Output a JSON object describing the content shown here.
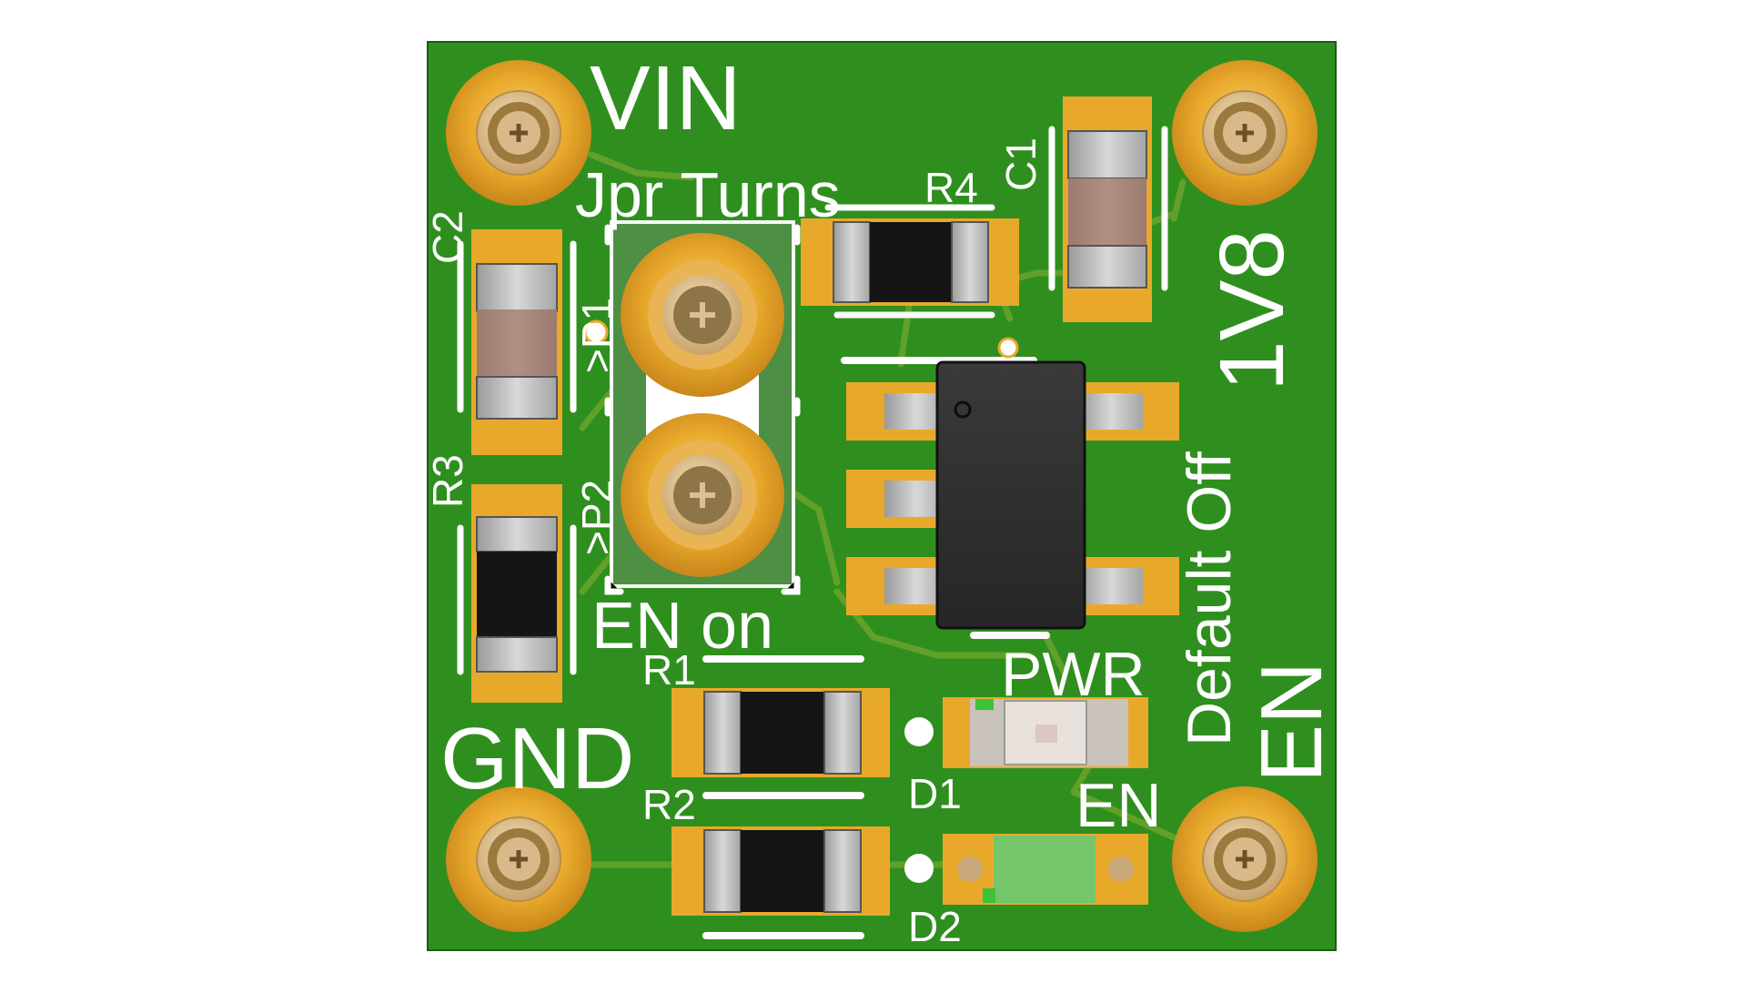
{
  "board": {
    "colors": {
      "background": "#ffffff",
      "soldermask": "#2f8f1e",
      "board_edge": "#1d5c12",
      "trace": "#6aa42b",
      "pad_gold": "#e8a92a",
      "silkscreen": "#ffffff",
      "ic_body": "#2e2e2e",
      "led_green": "#74c66a"
    },
    "labels": {
      "vin": "VIN",
      "gnd": "GND",
      "v1v8": "1V8",
      "en_main": "EN",
      "jpr_turns": "Jpr Turns",
      "en_on": "EN on",
      "default_off": "Default Off",
      "pwr": "PWR",
      "en_led": "EN",
      "p1": ">P1",
      "p2": ">P2"
    },
    "refdes": {
      "c1": "C1",
      "c2": "C2",
      "r1": "R1",
      "r2": "R2",
      "r3": "R3",
      "r4": "R4",
      "d1": "D1",
      "d2": "D2"
    },
    "icons": [
      "mounting-hole-icon",
      "jumper-header-icon",
      "regulator-ic-icon",
      "smd-resistor-icon",
      "smd-capacitor-icon",
      "smd-led-icon"
    ]
  }
}
